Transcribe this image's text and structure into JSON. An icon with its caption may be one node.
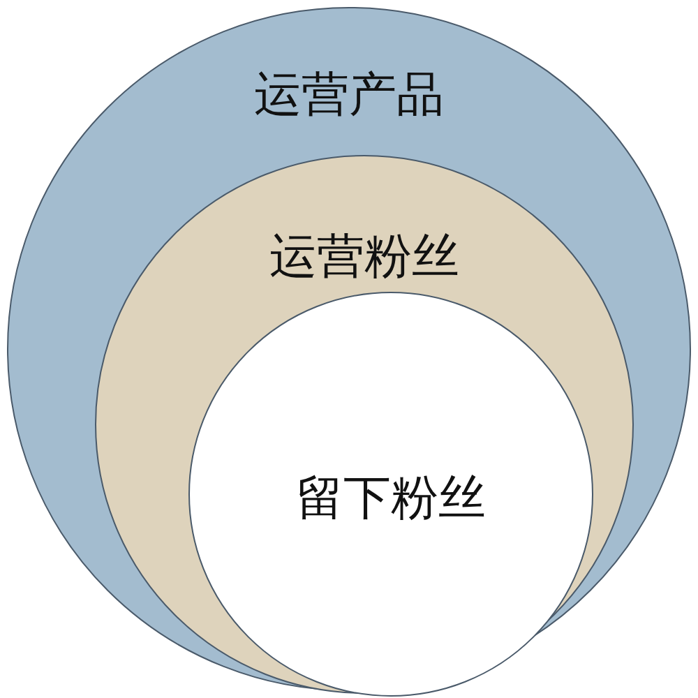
{
  "diagram": {
    "nodes": [
      {
        "text": [
          "运营产品"
        ]
      },
      {
        "text": [
          "运营粉丝"
        ],
        "in": 0
      },
      {
        "text": [
          "留下粉丝"
        ],
        "in": 1
      }
    ]
  }
}
